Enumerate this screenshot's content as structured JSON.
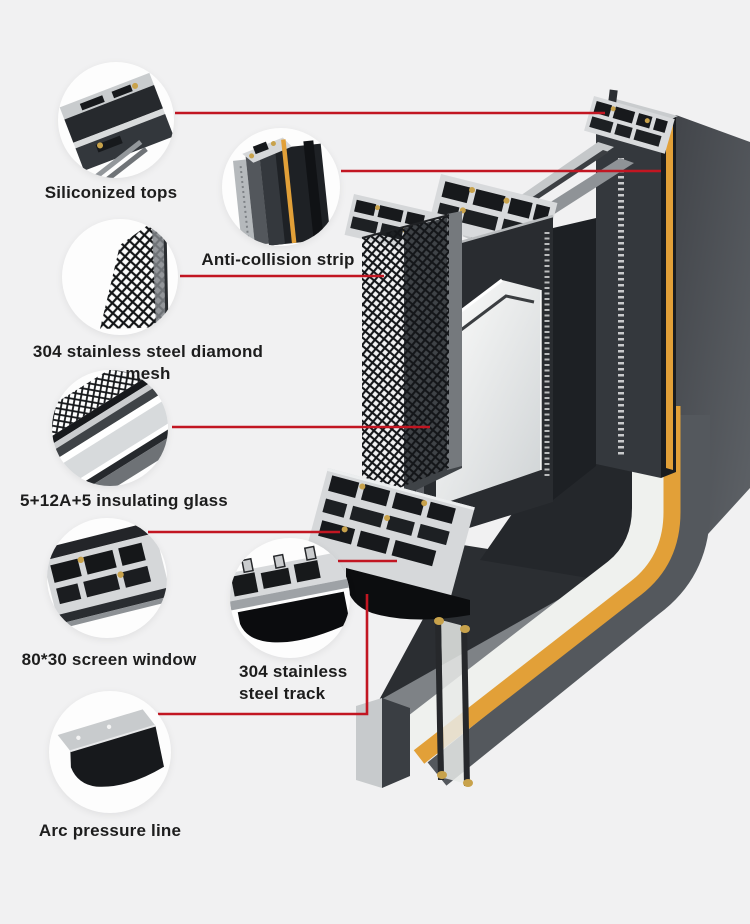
{
  "diagram": {
    "colors": {
      "background": "#f1f1f2",
      "callout_red": "#c21622",
      "accent_orange": "#e2a038",
      "label_text": "#1d1d1d"
    },
    "callouts": [
      {
        "id": "siliconized-tops",
        "label": "Siliconized tops"
      },
      {
        "id": "anti-collision-strip",
        "label": "Anti-collision strip"
      },
      {
        "id": "diamond-mesh",
        "label": "304 stainless steel diamond mesh"
      },
      {
        "id": "insulating-glass",
        "label": "5+12A+5 insulating glass"
      },
      {
        "id": "screen-window",
        "label": "80*30 screen window"
      },
      {
        "id": "steel-track",
        "label": "304 stainless",
        "label2": "steel track"
      },
      {
        "id": "arc-pressure-line",
        "label": "Arc pressure line"
      }
    ]
  }
}
